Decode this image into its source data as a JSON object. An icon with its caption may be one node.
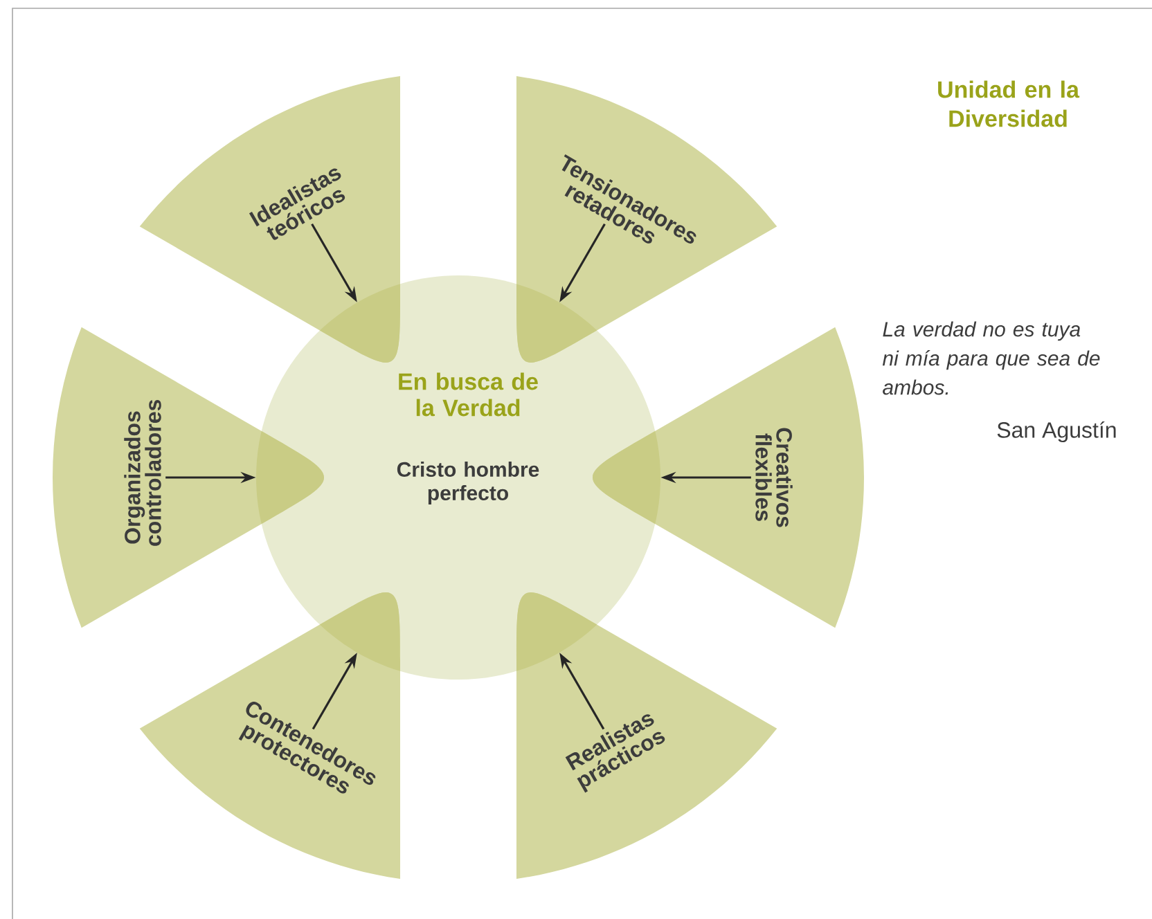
{
  "diagram": {
    "title": "Unidad en la Diversidad",
    "nodes": [
      {
        "text": [
          "En busca de la Verdad",
          "Cristo hombre perfecto"
        ]
      },
      {
        "text": [
          "Idealistas teóricos"
        ]
      },
      {
        "text": [
          "Tensionadores retadores"
        ]
      },
      {
        "text": [
          "Organizados controladores"
        ]
      },
      {
        "text": [
          "Creativos flexibles"
        ]
      },
      {
        "text": [
          "Contenedores protectores"
        ]
      },
      {
        "text": [
          "Realistas prácticos"
        ]
      }
    ],
    "edges": [
      {
        "from": 1,
        "to": 0,
        "arrow": "to"
      },
      {
        "from": 2,
        "to": 0,
        "arrow": "to"
      },
      {
        "from": 3,
        "to": 0,
        "arrow": "to"
      },
      {
        "from": 4,
        "to": 0,
        "arrow": "to"
      },
      {
        "from": 5,
        "to": 0,
        "arrow": "to"
      },
      {
        "from": 6,
        "to": 0,
        "arrow": "to"
      }
    ],
    "labels": [
      "La verdad no es tuya ni mía para que sea de ambos.",
      "San Agustín"
    ]
  }
}
